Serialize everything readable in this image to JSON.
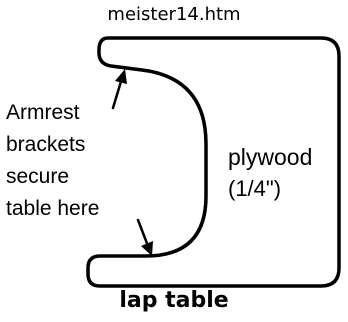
{
  "page": {
    "title": "meister14.htm"
  },
  "diagram": {
    "callout": {
      "lines": [
        "Armrest",
        "brackets",
        "secure",
        "table here"
      ]
    },
    "material": {
      "name": "plywood",
      "thickness": "(1/4\")"
    },
    "caption": "lap table"
  }
}
